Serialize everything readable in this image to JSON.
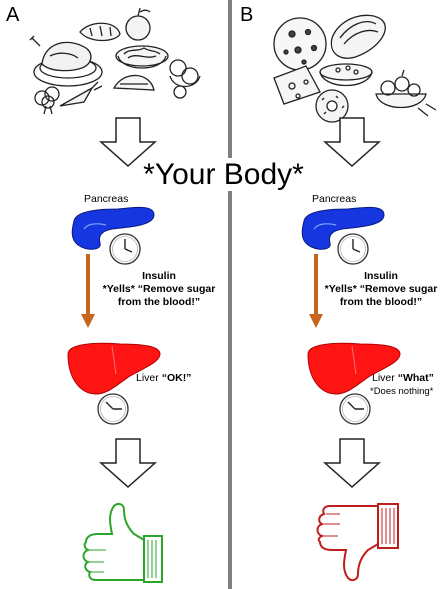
{
  "title": "*Your Body*",
  "colors": {
    "divider": "#808080",
    "pancreas": "#1636e0",
    "liver": "#ff1414",
    "arrow": "#c8651c",
    "thumb_up": "#2aa52a",
    "thumb_down": "#c01e1e"
  },
  "panels": [
    {
      "letter": "A",
      "food_icon": "healthy-meal-sketch",
      "pancreas_label": "Pancreas",
      "insulin_title": "Insulin",
      "insulin_message_line1": "*Yells* “Remove sugar",
      "insulin_message_line2": "from the blood!”",
      "liver_label": "Liver",
      "liver_reply": "“OK!”",
      "liver_note": "",
      "outcome_icon": "thumbs-up-icon"
    },
    {
      "letter": "B",
      "food_icon": "junk-food-sketch",
      "pancreas_label": "Pancreas",
      "insulin_title": "Insulin",
      "insulin_message_line1": "*Yells* “Remove sugar",
      "insulin_message_line2": "from the blood!”",
      "liver_label": "Liver",
      "liver_reply": "“What”",
      "liver_note": "*Does nothing*",
      "outcome_icon": "thumbs-down-icon"
    }
  ]
}
